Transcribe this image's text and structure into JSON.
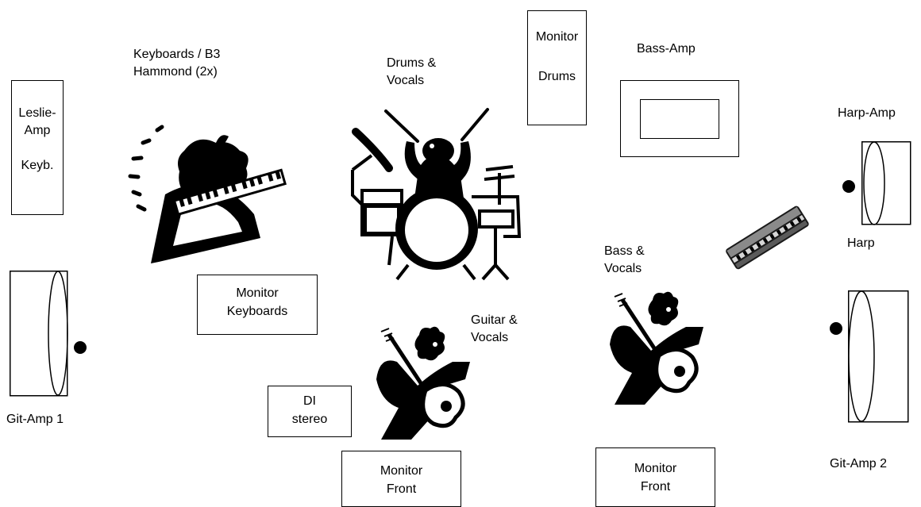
{
  "labels": {
    "keyboards_line1": "Keyboards / B3",
    "keyboards_line2": "Hammond (2x)",
    "drums_line1": "Drums &",
    "drums_line2": "Vocals",
    "bassamp": "Bass-Amp",
    "harpamp": "Harp-Amp",
    "harp": "Harp",
    "bass_line1": "Bass &",
    "bass_line2": "Vocals",
    "guitar_line1": "Guitar &",
    "guitar_line2": "Vocals",
    "gitamp1": "Git-Amp 1",
    "gitamp2": "Git-Amp 2"
  },
  "boxes": {
    "leslie_line1": "Leslie-",
    "leslie_line2": "Amp",
    "leslie_line3": "Keyb.",
    "monitor_drums_line1": "Monitor",
    "monitor_drums_line2": "Drums",
    "monitor_keyboards_line1": "Monitor",
    "monitor_keyboards_line2": "Keyboards",
    "di_line1": "DI",
    "di_line2": "stereo",
    "monitor_front_left_line1": "Monitor",
    "monitor_front_left_line2": "Front",
    "monitor_front_right_line1": "Monitor",
    "monitor_front_right_line2": "Front"
  },
  "icons": [
    "keyboard-player-icon",
    "drummer-icon",
    "guitarist-icon",
    "bassist-icon",
    "harmonica-icon",
    "amp-speaker-icon"
  ]
}
